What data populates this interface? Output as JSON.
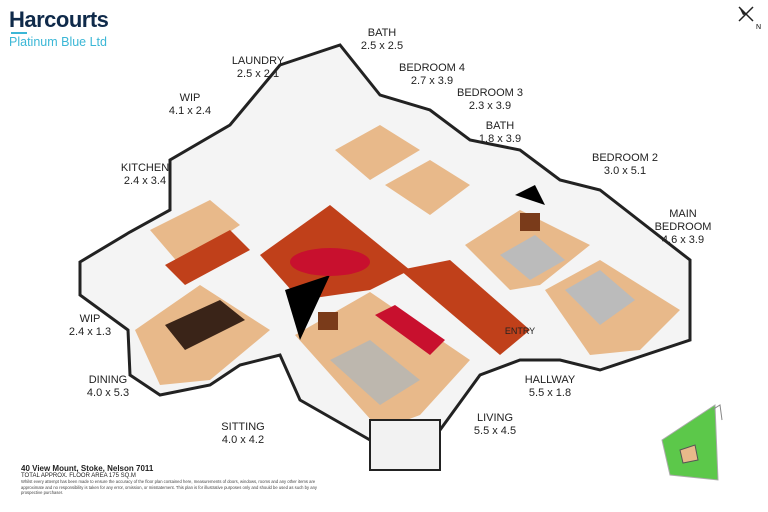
{
  "logo": {
    "brand": "Harcourts",
    "office": "Platinum Blue Ltd",
    "brand_color": "#0f2a4a",
    "accent_color": "#3bb7d6"
  },
  "rooms": [
    {
      "name": "BATH",
      "size": "2.5 x 2.5"
    },
    {
      "name": "LAUNDRY",
      "size": "2.5 x 2.1"
    },
    {
      "name": "BEDROOM 4",
      "size": "2.7 x 3.9"
    },
    {
      "name": "WIP",
      "size": "4.1 x 2.4"
    },
    {
      "name": "BEDROOM 3",
      "size": "2.3 x 3.9"
    },
    {
      "name": "BATH",
      "size": "1.8 x 3.9"
    },
    {
      "name": "KITCHEN",
      "size": "2.4 x 3.4"
    },
    {
      "name": "BEDROOM 2",
      "size": "3.0 x 5.1"
    },
    {
      "name": "MAIN BEDROOM",
      "size": "4.6 x 3.9"
    },
    {
      "name": "WIP",
      "size": "2.4 x 1.3"
    },
    {
      "name": "ENTRY",
      "size": ""
    },
    {
      "name": "DINING",
      "size": "4.0 x 5.3"
    },
    {
      "name": "HALLWAY",
      "size": "5.5 x 1.8"
    },
    {
      "name": "SITTING",
      "size": "4.0 x 4.2"
    },
    {
      "name": "LIVING",
      "size": "5.5 x 4.5"
    }
  ],
  "footer": {
    "address": "40 View Mount, Stoke, Nelson 7011",
    "floor_area": "TOTAL APPROX. FLOOR AREA 175 SQ.M",
    "disclaimer": "Whilst every attempt has been made to ensure the accuracy of the floor plan contained here, measurements of doors, windows, rooms and any other items are approximate and no responsibility is taken for any error, omission, or misstatement. This plan is for illustrative purposes only and should be used as such by any prospective purchaser."
  },
  "compass": {
    "label": "N"
  },
  "colors": {
    "floor_wood": "#c0401a",
    "floor_carpet": "#e8b98a",
    "wall": "#f2f2f2",
    "wall_top": "#222222",
    "sofa_red": "#c8102e",
    "site_green": "#5cc84a"
  }
}
